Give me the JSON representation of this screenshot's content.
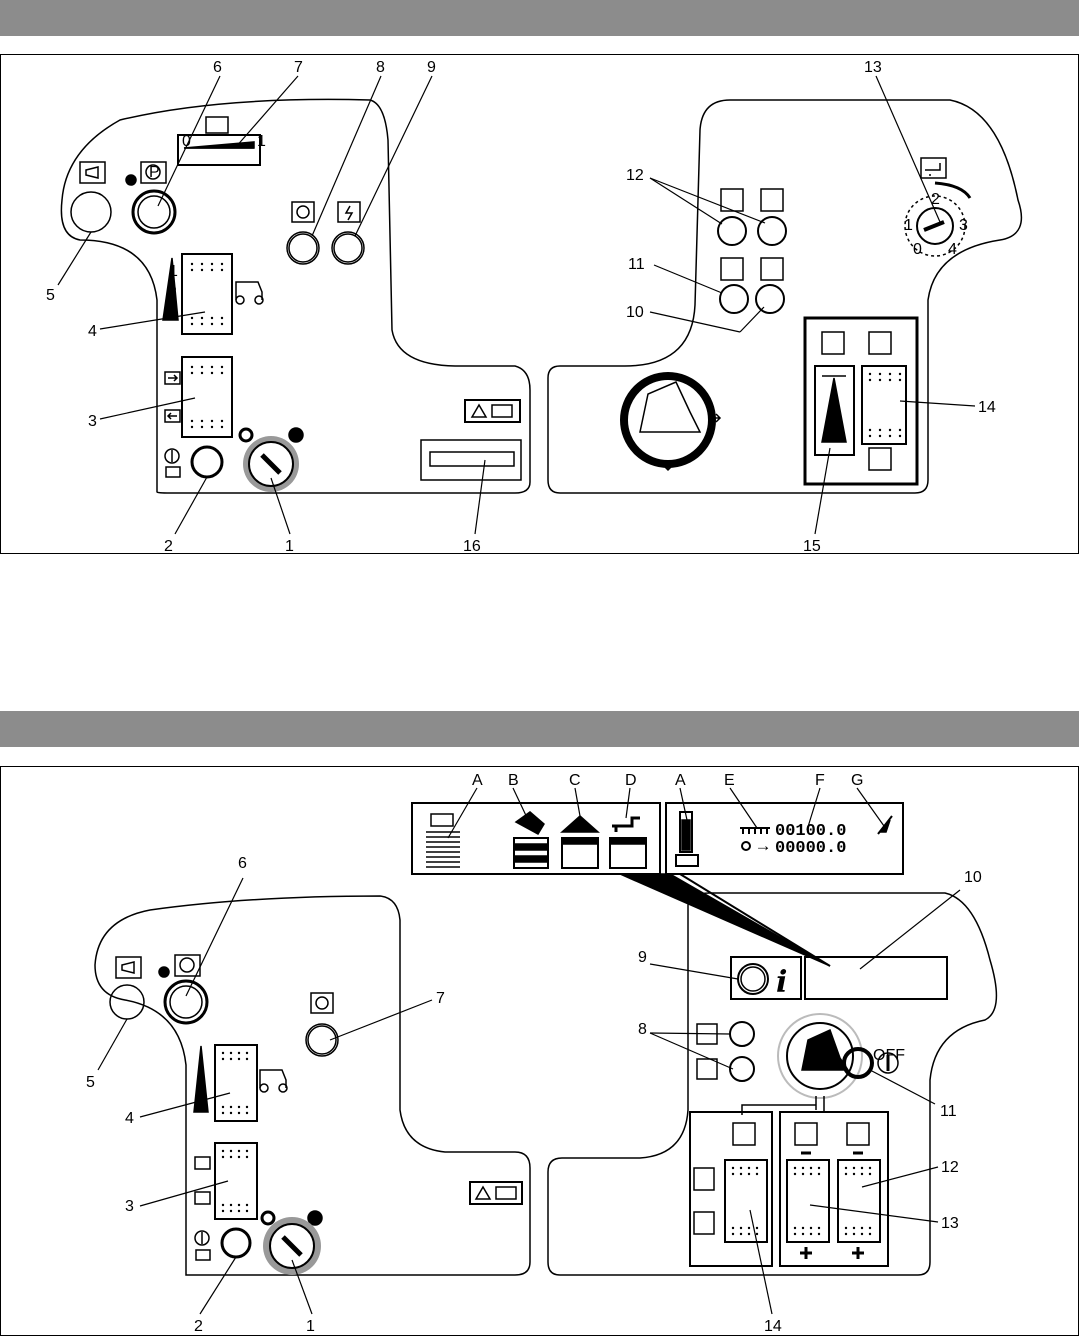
{
  "labels_top": {
    "l1": "1",
    "l2": "2",
    "l3": "3",
    "l4": "4",
    "l5": "5",
    "l6": "6",
    "l7": "7",
    "l8": "8",
    "l9": "9",
    "l10": "10",
    "l11": "11",
    "l12": "12",
    "l13": "13",
    "l14": "14",
    "l15": "15",
    "l16": "16"
  },
  "labels_bottom": {
    "l1": "1",
    "l2": "2",
    "l3": "3",
    "l4": "4",
    "l5": "5",
    "l6": "6",
    "l7": "7",
    "l8": "8",
    "l9": "9",
    "l10": "10",
    "l11": "11",
    "l12": "12",
    "l13": "13",
    "l14": "14",
    "A1": "A",
    "B": "B",
    "C": "C",
    "D": "D",
    "A2": "A",
    "E": "E",
    "F": "F",
    "G": "G"
  },
  "display": {
    "counter_top": "00100.0",
    "counter_bottom": "00000.0",
    "arrow": "→",
    "info_symbol": "i",
    "off_label": "OFF"
  },
  "gauge": {
    "zero": "0",
    "one": "1"
  },
  "dial": {
    "n0": "0",
    "n1": "1",
    "n2": "2",
    "n3": "3",
    "n4": "4"
  },
  "ranges": {
    "r1": "1",
    "r2": "2",
    "r3": "3"
  },
  "colors": {
    "header_bar": "#8c8c8c",
    "line": "#000000",
    "knob_ring": "#999999"
  }
}
